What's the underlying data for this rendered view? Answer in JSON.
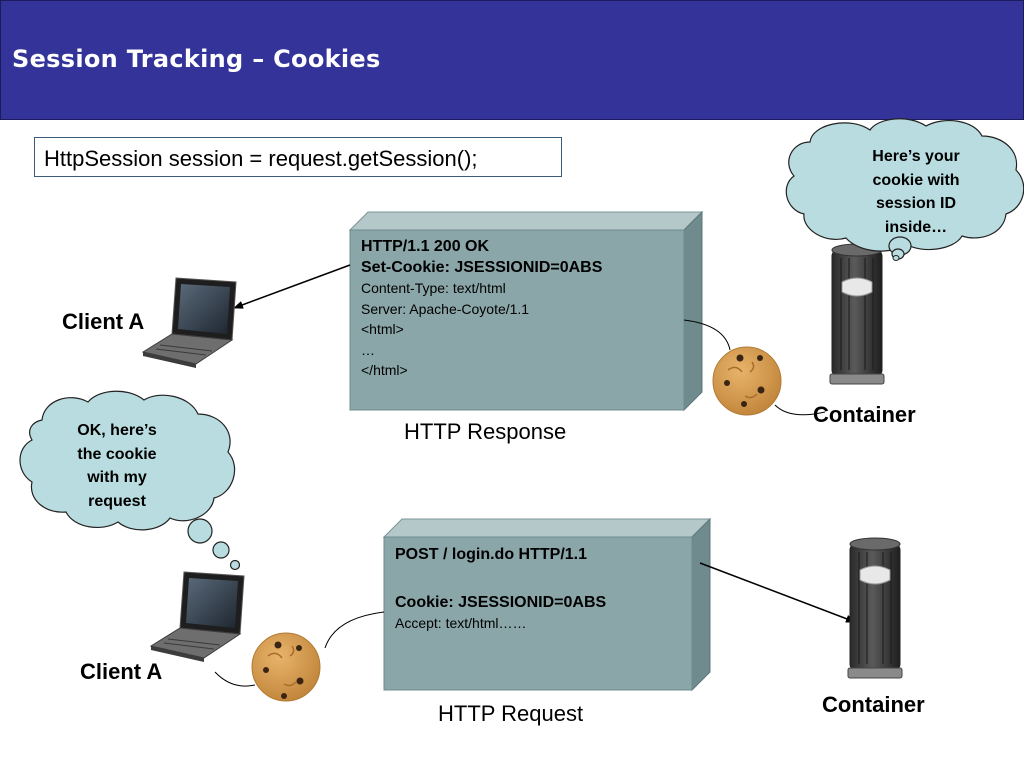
{
  "header": {
    "title": "Session Tracking – Cookies"
  },
  "code_box": {
    "text": "HttpSession session = request.getSession();"
  },
  "response": {
    "lines": [
      {
        "text": "HTTP/1.1 200 OK",
        "bold": true
      },
      {
        "text": "Set-Cookie: JSESSIONID=0ABS",
        "bold": true
      },
      {
        "text": "Content-Type: text/html",
        "bold": false
      },
      {
        "text": "Server: Apache-Coyote/1.1",
        "bold": false
      },
      {
        "text": "<html>",
        "bold": false
      },
      {
        "text": "…",
        "bold": false
      },
      {
        "text": "</html>",
        "bold": false
      }
    ],
    "caption": "HTTP Response"
  },
  "request": {
    "lines": [
      {
        "text": "POST / login.do HTTP/1.1",
        "bold": true
      },
      {
        "text": "",
        "bold": false
      },
      {
        "text": "Cookie: JSESSIONID=0ABS",
        "bold": true
      },
      {
        "text": "Accept: text/html……",
        "bold": false
      }
    ],
    "caption": "HTTP Request"
  },
  "labels": {
    "client_top": "Client A",
    "client_bottom": "Client A",
    "container_top": "Container",
    "container_bottom": "Container"
  },
  "bubbles": {
    "server": [
      "Here’s your",
      "cookie with",
      "session ID",
      "inside…"
    ],
    "client": [
      "OK, here’s",
      "the cookie",
      "with my",
      "request"
    ]
  },
  "colors": {
    "header_bg": "#333399",
    "message_box_face": "#8aa6a8",
    "message_box_side": "#6f8b8d",
    "bubble_fill": "#b8dcdf",
    "cookie": "#d39a4f"
  }
}
